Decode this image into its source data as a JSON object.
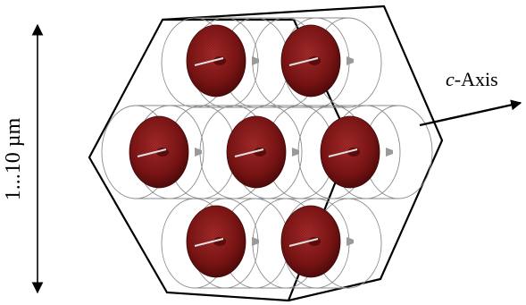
{
  "scale_label": "1...10 µm",
  "axis_label_italic": "c",
  "axis_label_rest": "-Axis",
  "colors": {
    "background": "#ffffff",
    "outline": "#000000",
    "tube_lines": "#8a8a8a",
    "disc_fill": "#7a1414",
    "disc_highlight": "#a52a2a",
    "needle": "#d8d8d8"
  },
  "disc_count": 7
}
